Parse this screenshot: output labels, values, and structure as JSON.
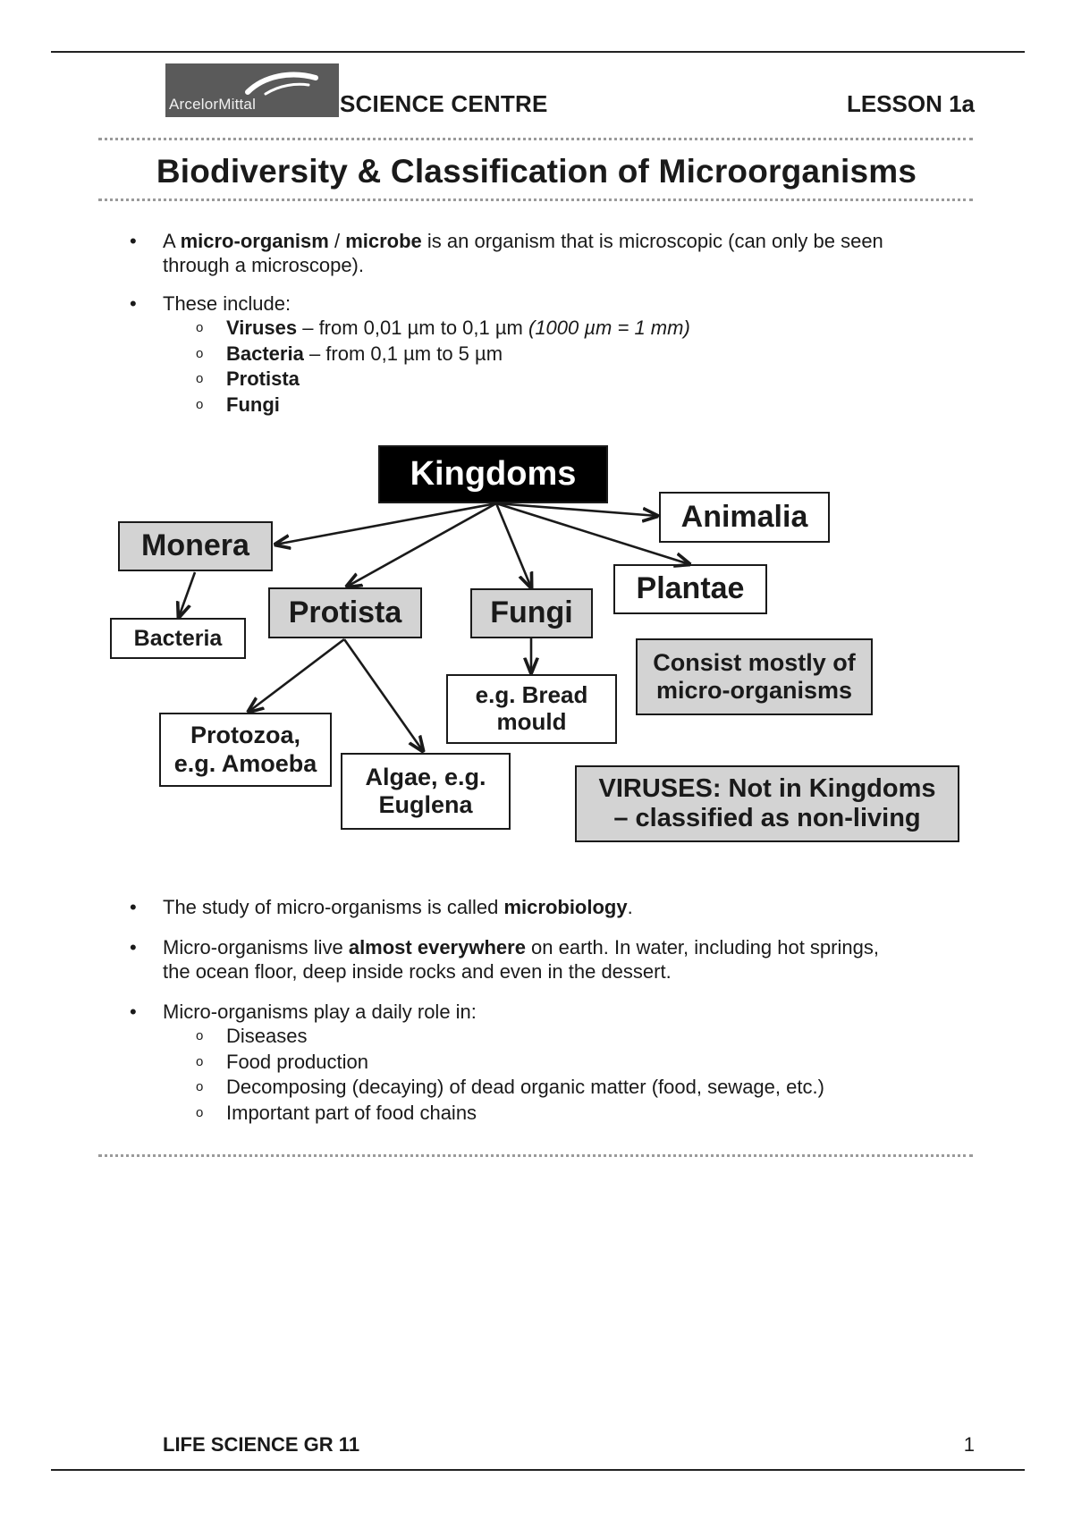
{
  "header": {
    "logo_text": "ArcelorMittal",
    "centre_title": "SCIENCE CENTRE",
    "lesson": "LESSON 1a"
  },
  "title": "Biodiversity & Classification of Microorganisms",
  "intro": {
    "p1_a": "A ",
    "p1_b": "micro-organism",
    "p1_c": " / ",
    "p1_d": "microbe",
    "p1_e": " is an organism that is microscopic (can only be seen",
    "p1_f": "through a microscope).",
    "p2": "These include:",
    "items": [
      {
        "bold": "Viruses",
        "rest": " – from 0,01 µm to 0,1 µm ",
        "italic": "(1000 µm = 1 mm)"
      },
      {
        "bold": "Bacteria",
        "rest": " – from 0,1 µm to 5 µm",
        "italic": ""
      },
      {
        "bold": "Protista",
        "rest": "",
        "italic": ""
      },
      {
        "bold": "Fungi",
        "rest": "",
        "italic": ""
      }
    ]
  },
  "diagram": {
    "kingdoms": "Kingdoms",
    "animalia": "Animalia",
    "monera": "Monera",
    "plantae": "Plantae",
    "protista": "Protista",
    "fungi": "Fungi",
    "bacteria": "Bacteria",
    "consist_1": "Consist mostly of",
    "consist_2": "micro-organisms",
    "bread_1": "e.g. Bread",
    "bread_2": "mould",
    "protozoa_1": "Protozoa,",
    "protozoa_2": "e.g. Amoeba",
    "algae_1": "Algae, e.g.",
    "algae_2": "Euglena",
    "viruses_1": "VIRUSES: Not in Kingdoms",
    "viruses_2": "– classified as non-living"
  },
  "later": {
    "b1_a": "The study of micro-organisms is called ",
    "b1_b": "microbiology",
    "b1_c": ".",
    "b2_a": "Micro-organisms live ",
    "b2_b": "almost everywhere",
    "b2_c": " on earth. In water, including hot springs,",
    "b2_d": "the ocean floor, deep inside rocks and even in the dessert.",
    "b3": "Micro-organisms play a daily role in:",
    "roles": [
      "Diseases",
      "Food production",
      "Decomposing (decaying) of dead organic matter (food, sewage, etc.)",
      "Important part of food chains"
    ]
  },
  "footer": {
    "left": "LIFE SCIENCE GR 11",
    "page": "1"
  }
}
